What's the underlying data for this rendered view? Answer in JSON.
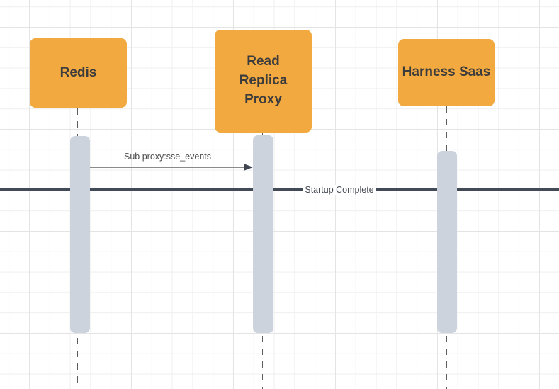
{
  "diagram": {
    "kind": "sequence-diagram",
    "actors": [
      {
        "label": "Redis"
      },
      {
        "label": "Read Replica Proxy"
      },
      {
        "label": "Harness Saas"
      }
    ],
    "messages": [
      {
        "label": "Sub proxy:sse_events",
        "from": "Redis",
        "to": "Read Replica Proxy"
      }
    ],
    "separator": {
      "label": "Startup Complete"
    },
    "colors": {
      "actor_fill": "#F2A940",
      "actor_text": "#3C3C3C",
      "activation_fill": "#CDD3DD",
      "lifeline": "#5D5D5D",
      "message_line": "#8A8A8A",
      "message_arrowhead": "#3E4450",
      "separator_line": "#434A57",
      "label_text": "#4D4D4D",
      "grid_minor": "#EFEFEF",
      "grid_major": "#E4E4E4",
      "canvas_bg": "#FFFFFF"
    }
  }
}
